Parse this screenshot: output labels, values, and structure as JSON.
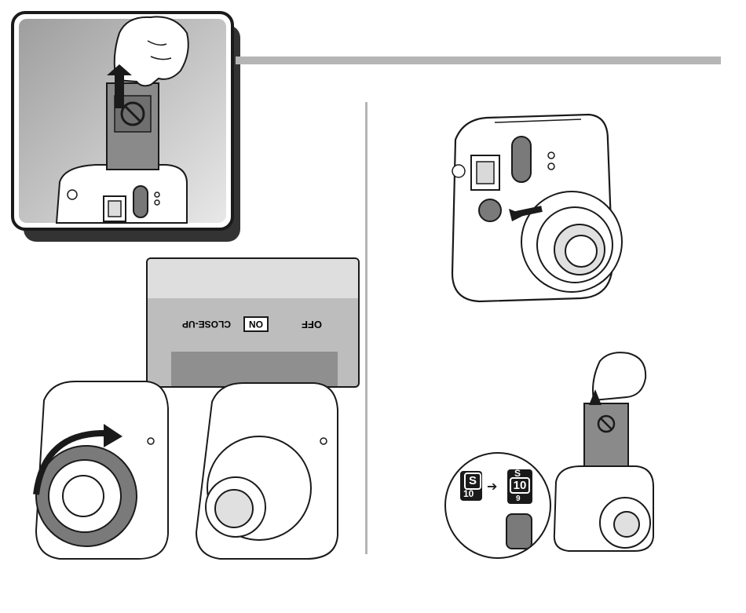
{
  "switch_panel": {
    "off_label": "OFF",
    "on_label": "ON",
    "closeup_label": "CLOSE-UP"
  },
  "counter_inset": {
    "before_label": "S",
    "before_sub": "10",
    "after_value": "10",
    "after_top": "S",
    "after_sub": "9"
  },
  "colors": {
    "line": "#1a1a1a",
    "lens_gray": "#7a7a7a",
    "panel_gray": "#9a9a9a",
    "divider": "#b5b5b5"
  }
}
